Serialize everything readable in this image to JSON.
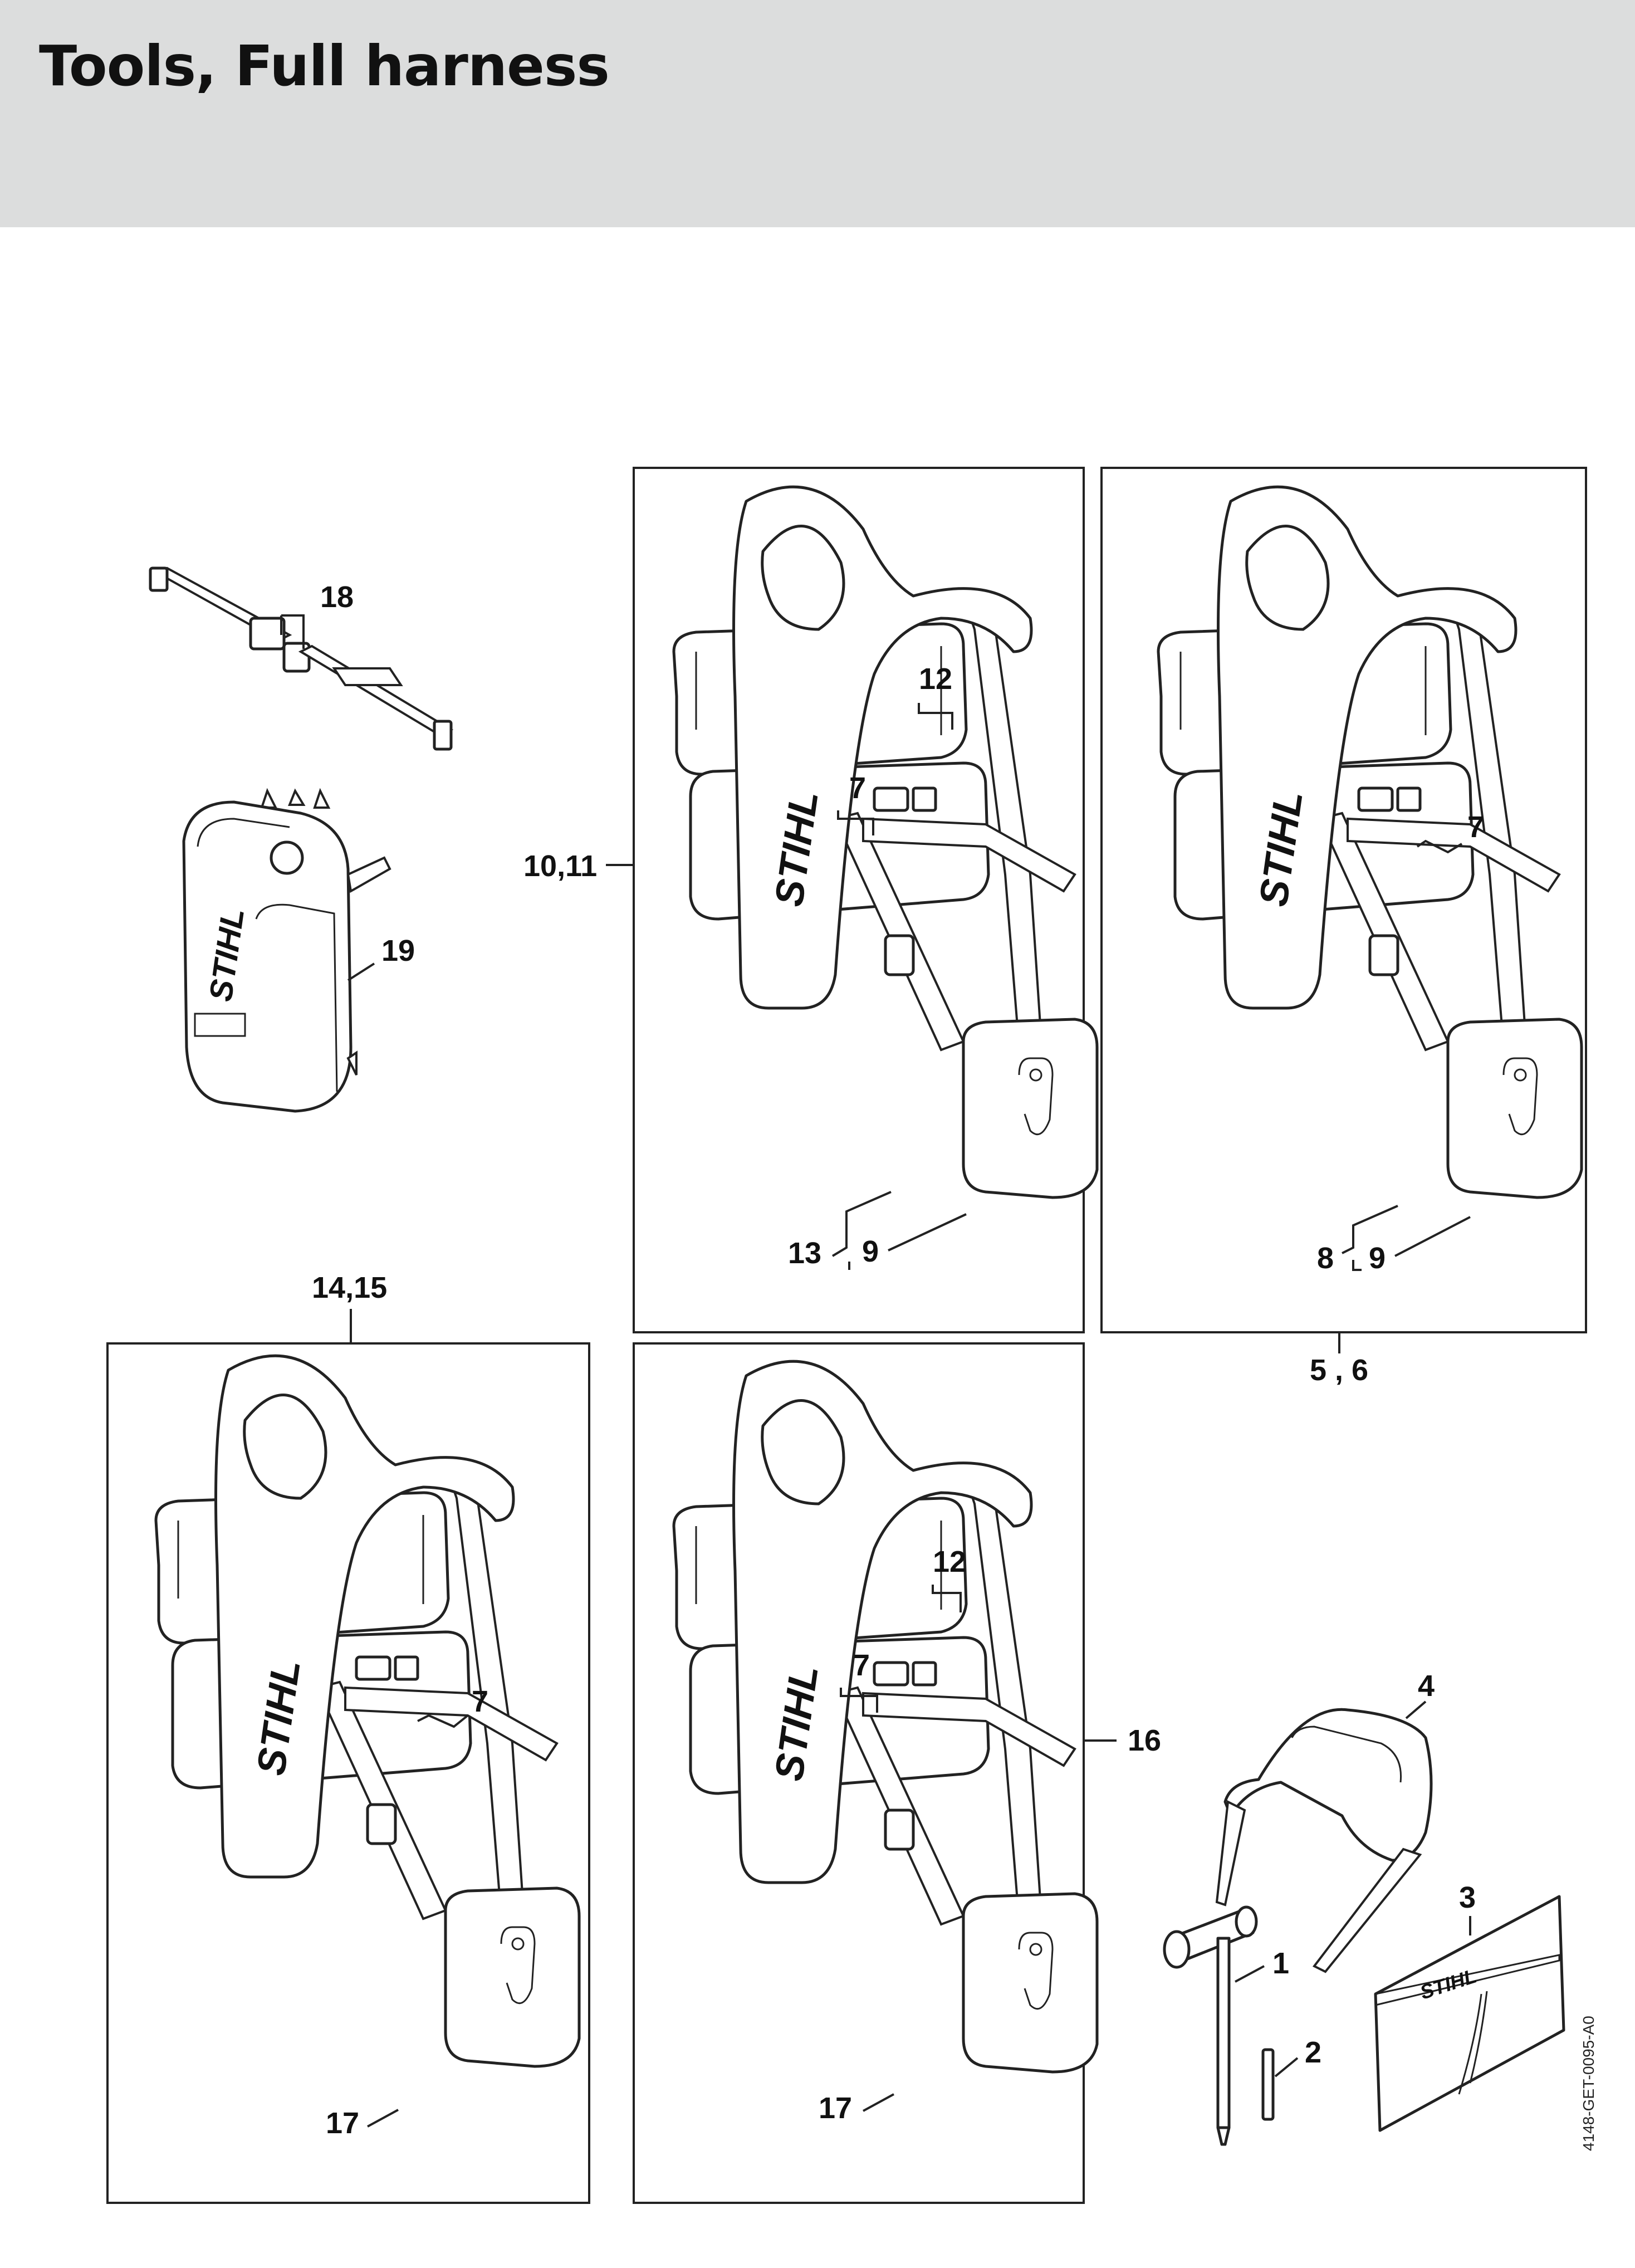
{
  "page": {
    "title": "Tools, Full harness",
    "drawing_code": "4148-GET-0095-A0",
    "brand_mark": "STIHL"
  },
  "callouts": {
    "c1": "1",
    "c2": "2",
    "c3": "3",
    "c4": "4",
    "c5_6": "5 , 6",
    "c7a": "7",
    "c7b": "7",
    "c7c": "7",
    "c7d": "7",
    "c8": "8",
    "c9a": "9",
    "c9b": "9",
    "c10_11": "10,11",
    "c12a": "12",
    "c12b": "12",
    "c13": "13",
    "c14_15": "14,15",
    "c16": "16",
    "c17a": "17",
    "c17b": "17",
    "c18": "18",
    "c19": "19"
  }
}
